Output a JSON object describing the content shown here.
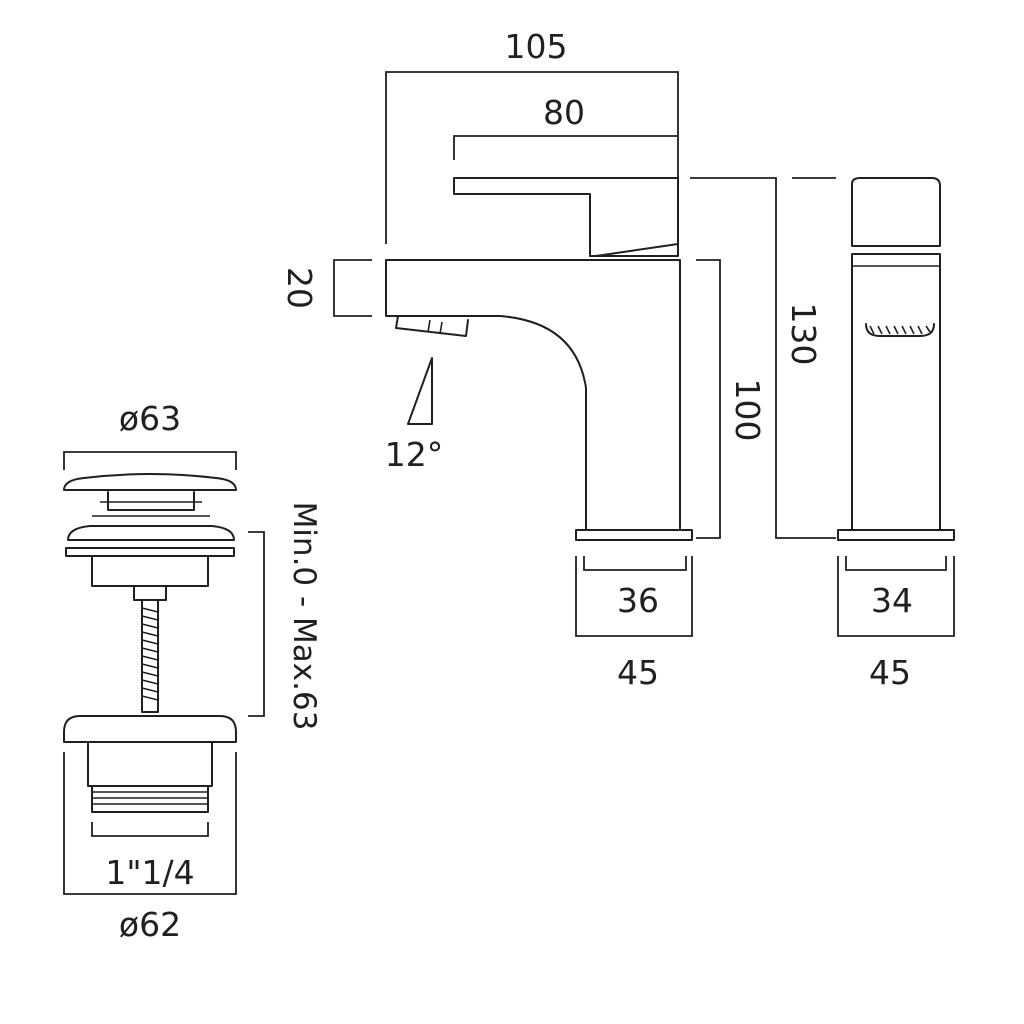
{
  "dimensions": {
    "overall_width": "105",
    "handle_length": "80",
    "body_height_20": "20",
    "total_height": "130",
    "spout_height": "100",
    "angle": "12°",
    "base_inner_front": "36",
    "base_outer_front": "45",
    "base_inner_side": "34",
    "base_outer_side": "45",
    "waste_cap_diameter": "ø63",
    "waste_range": "Min.0 - Max.63",
    "waste_thread": "1\"1/4",
    "waste_base_diameter": "ø62"
  }
}
